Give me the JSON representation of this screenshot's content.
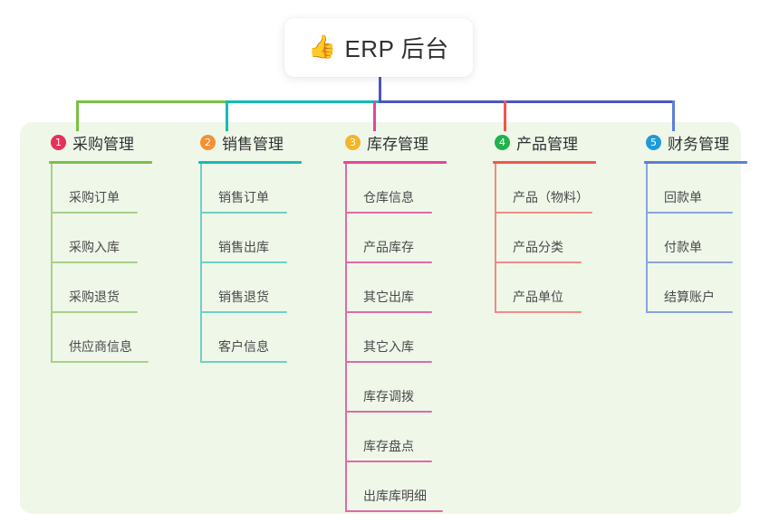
{
  "root": {
    "icon": "thumbs-up-icon",
    "icon_glyph": "👍",
    "title": "ERP 后台"
  },
  "panel": {
    "background_color": "#eff7e9"
  },
  "connectors": {
    "trunk_color": "#4b55c0",
    "bus_segments": [
      {
        "name": "bus-green",
        "color": "#7ac143"
      },
      {
        "name": "bus-teal",
        "color": "#13bdb4"
      },
      {
        "name": "bus-indigo",
        "color": "#4b55c0"
      }
    ],
    "stub_colors": [
      "#7ac143",
      "#13bdb4",
      "#e8449a",
      "#f4554f",
      "#5b7fd4"
    ]
  },
  "columns": [
    {
      "index": "1",
      "badge_color": "#e8305a",
      "title": "采购管理",
      "rule_color": "#7ac143",
      "rail_color": "#a8d08a",
      "leaf_rule_color": "#a8d08a",
      "items": [
        "采购订单",
        "采购入库",
        "采购退货",
        "供应商信息"
      ]
    },
    {
      "index": "2",
      "badge_color": "#f59033",
      "title": "销售管理",
      "rule_color": "#13bdb4",
      "rail_color": "#6fcfc8",
      "leaf_rule_color": "#6fcfc8",
      "items": [
        "销售订单",
        "销售出库",
        "销售退货",
        "客户信息"
      ]
    },
    {
      "index": "3",
      "badge_color": "#f5b52a",
      "title": "库存管理",
      "rule_color": "#e8449a",
      "rail_color": "#e06aa6",
      "leaf_rule_color": "#e06aa6",
      "items": [
        "仓库信息",
        "产品库存",
        "其它出库",
        "其它入库",
        "库存调拨",
        "库存盘点",
        "出库库明细"
      ]
    },
    {
      "index": "4",
      "badge_color": "#22b14c",
      "title": "产品管理",
      "rule_color": "#f4554f",
      "rail_color": "#f08b86",
      "leaf_rule_color": "#f08b86",
      "items": [
        "产品（物料）",
        "产品分类",
        "产品单位"
      ]
    },
    {
      "index": "5",
      "badge_color": "#1f9bd8",
      "title": "财务管理",
      "rule_color": "#5b7fd4",
      "rail_color": "#8aa4dd",
      "leaf_rule_color": "#8aa4dd",
      "items": [
        "回款单",
        "付款单",
        "结算账户"
      ]
    }
  ]
}
